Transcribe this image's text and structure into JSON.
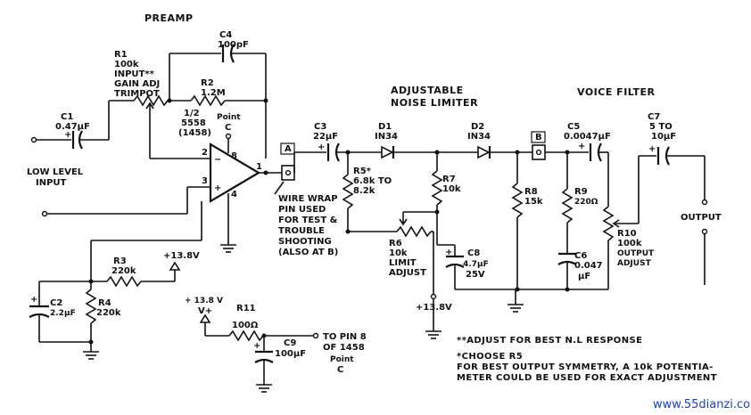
{
  "sections": {
    "preamp": "PREAMP",
    "limiter_line1": "ADJUSTABLE",
    "limiter_line2": "NOISE LIMITER",
    "voice_filter": "VOICE FILTER"
  },
  "components": {
    "c4": {
      "name": "C4",
      "value": "100pF"
    },
    "r1": {
      "name": "R1",
      "value": "100k",
      "desc1": "INPUT**",
      "desc2": "GAIN ADJ",
      "desc3": "TRIMPOT"
    },
    "r2": {
      "name": "R2",
      "value": "1.2M"
    },
    "c1": {
      "name": "C1",
      "value": "0.47μF"
    },
    "ic": {
      "line1": "1/2",
      "line2": "5558",
      "line3": "(1458)"
    },
    "point_c_top": {
      "line1": "Point",
      "line2": "C"
    },
    "c3": {
      "name": "C3",
      "value": "22μF"
    },
    "d1": {
      "name": "D1",
      "value": "IN34"
    },
    "d2": {
      "name": "D2",
      "value": "IN34"
    },
    "c5": {
      "name": "C5",
      "value": "0.0047μF"
    },
    "c7": {
      "name": "C7",
      "value1": "5 TO",
      "value2": "10μF"
    },
    "r5": {
      "name": "R5*",
      "value1": "6.8k TO",
      "value2": "8.2k"
    },
    "r7": {
      "name": "R7",
      "value": "10k"
    },
    "r8": {
      "name": "R8",
      "value": "15k"
    },
    "r9": {
      "name": "R9",
      "value": "220Ω"
    },
    "r6": {
      "name": "R6",
      "value": "10k",
      "desc1": "LIMIT",
      "desc2": "ADJUST"
    },
    "c8": {
      "name": "C8",
      "value1": "4.7μF",
      "value2": "25V"
    },
    "c6": {
      "name": "C6",
      "value1": "0.047",
      "value2": "μF"
    },
    "r10": {
      "name": "R10",
      "value": "100k",
      "desc1": "OUTPUT",
      "desc2": "ADJUST"
    },
    "r3": {
      "name": "R3",
      "value": "220k"
    },
    "r4": {
      "name": "R4",
      "value": "220k"
    },
    "c2": {
      "name": "C2",
      "value": "2.2μF"
    },
    "r11": {
      "name": "R11",
      "value": "100Ω"
    },
    "c9": {
      "name": "C9",
      "value": "100μF"
    }
  },
  "labels": {
    "low_level_input_1": "LOW LEVEL",
    "low_level_input_2": "INPUT",
    "point_a": "A",
    "point_b": "B",
    "wire_wrap": [
      "WIRE WRAP",
      "PIN USED",
      "FOR TEST &",
      "TROUBLE",
      "SHOOTING",
      "(ALSO AT B)"
    ],
    "output": "OUTPUT",
    "v_plus_13_8": "+13.8V",
    "v_limit": "+13.8V",
    "v_supply_1": "+ 13.8 V",
    "v_supply_2": "V+",
    "to_pin_1": "TO PIN 8",
    "to_pin_2": "OF 1458",
    "point_c_bottom_1": "Point",
    "point_c_bottom_2": "C",
    "pin_1": "1",
    "pin_2": "2",
    "pin_3": "3",
    "pin_4": "4",
    "pin_8": "8",
    "minus": "−",
    "plus": "+"
  },
  "notes": {
    "note1": "**ADJUST FOR BEST N.L RESPONSE",
    "note2": "*CHOOSE R5",
    "note3": "FOR BEST OUTPUT SYMMETRY, A 10k POTENTIA-",
    "note4": "METER COULD BE USED FOR EXACT ADJUSTMENT"
  },
  "watermark": "www.55dianzi.com"
}
